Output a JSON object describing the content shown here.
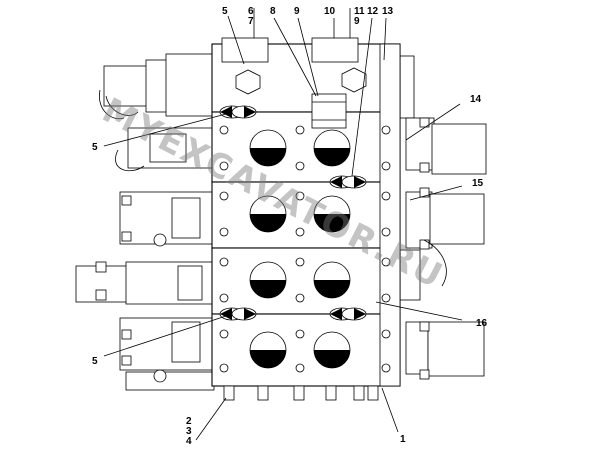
{
  "figure": {
    "watermark": "MYEXCAVATOR.RU",
    "callouts_top": [
      {
        "id": "c5t",
        "text": "5"
      },
      {
        "id": "c6",
        "text": "6"
      },
      {
        "id": "c7",
        "text": "7"
      },
      {
        "id": "c8",
        "text": "8"
      },
      {
        "id": "c9a",
        "text": "9"
      },
      {
        "id": "c10",
        "text": "10"
      },
      {
        "id": "c11",
        "text": "11"
      },
      {
        "id": "c9b",
        "text": "9"
      },
      {
        "id": "c12",
        "text": "12"
      },
      {
        "id": "c13",
        "text": "13"
      }
    ],
    "callouts_side": [
      {
        "id": "c14",
        "text": "14"
      },
      {
        "id": "c5a",
        "text": "5"
      },
      {
        "id": "c15",
        "text": "15"
      },
      {
        "id": "c16",
        "text": "16"
      },
      {
        "id": "c5b",
        "text": "5"
      },
      {
        "id": "c1",
        "text": "1"
      }
    ],
    "callouts_bottom": [
      {
        "id": "c2",
        "text": "2"
      },
      {
        "id": "c3",
        "text": "3"
      },
      {
        "id": "c4",
        "text": "4"
      }
    ]
  }
}
